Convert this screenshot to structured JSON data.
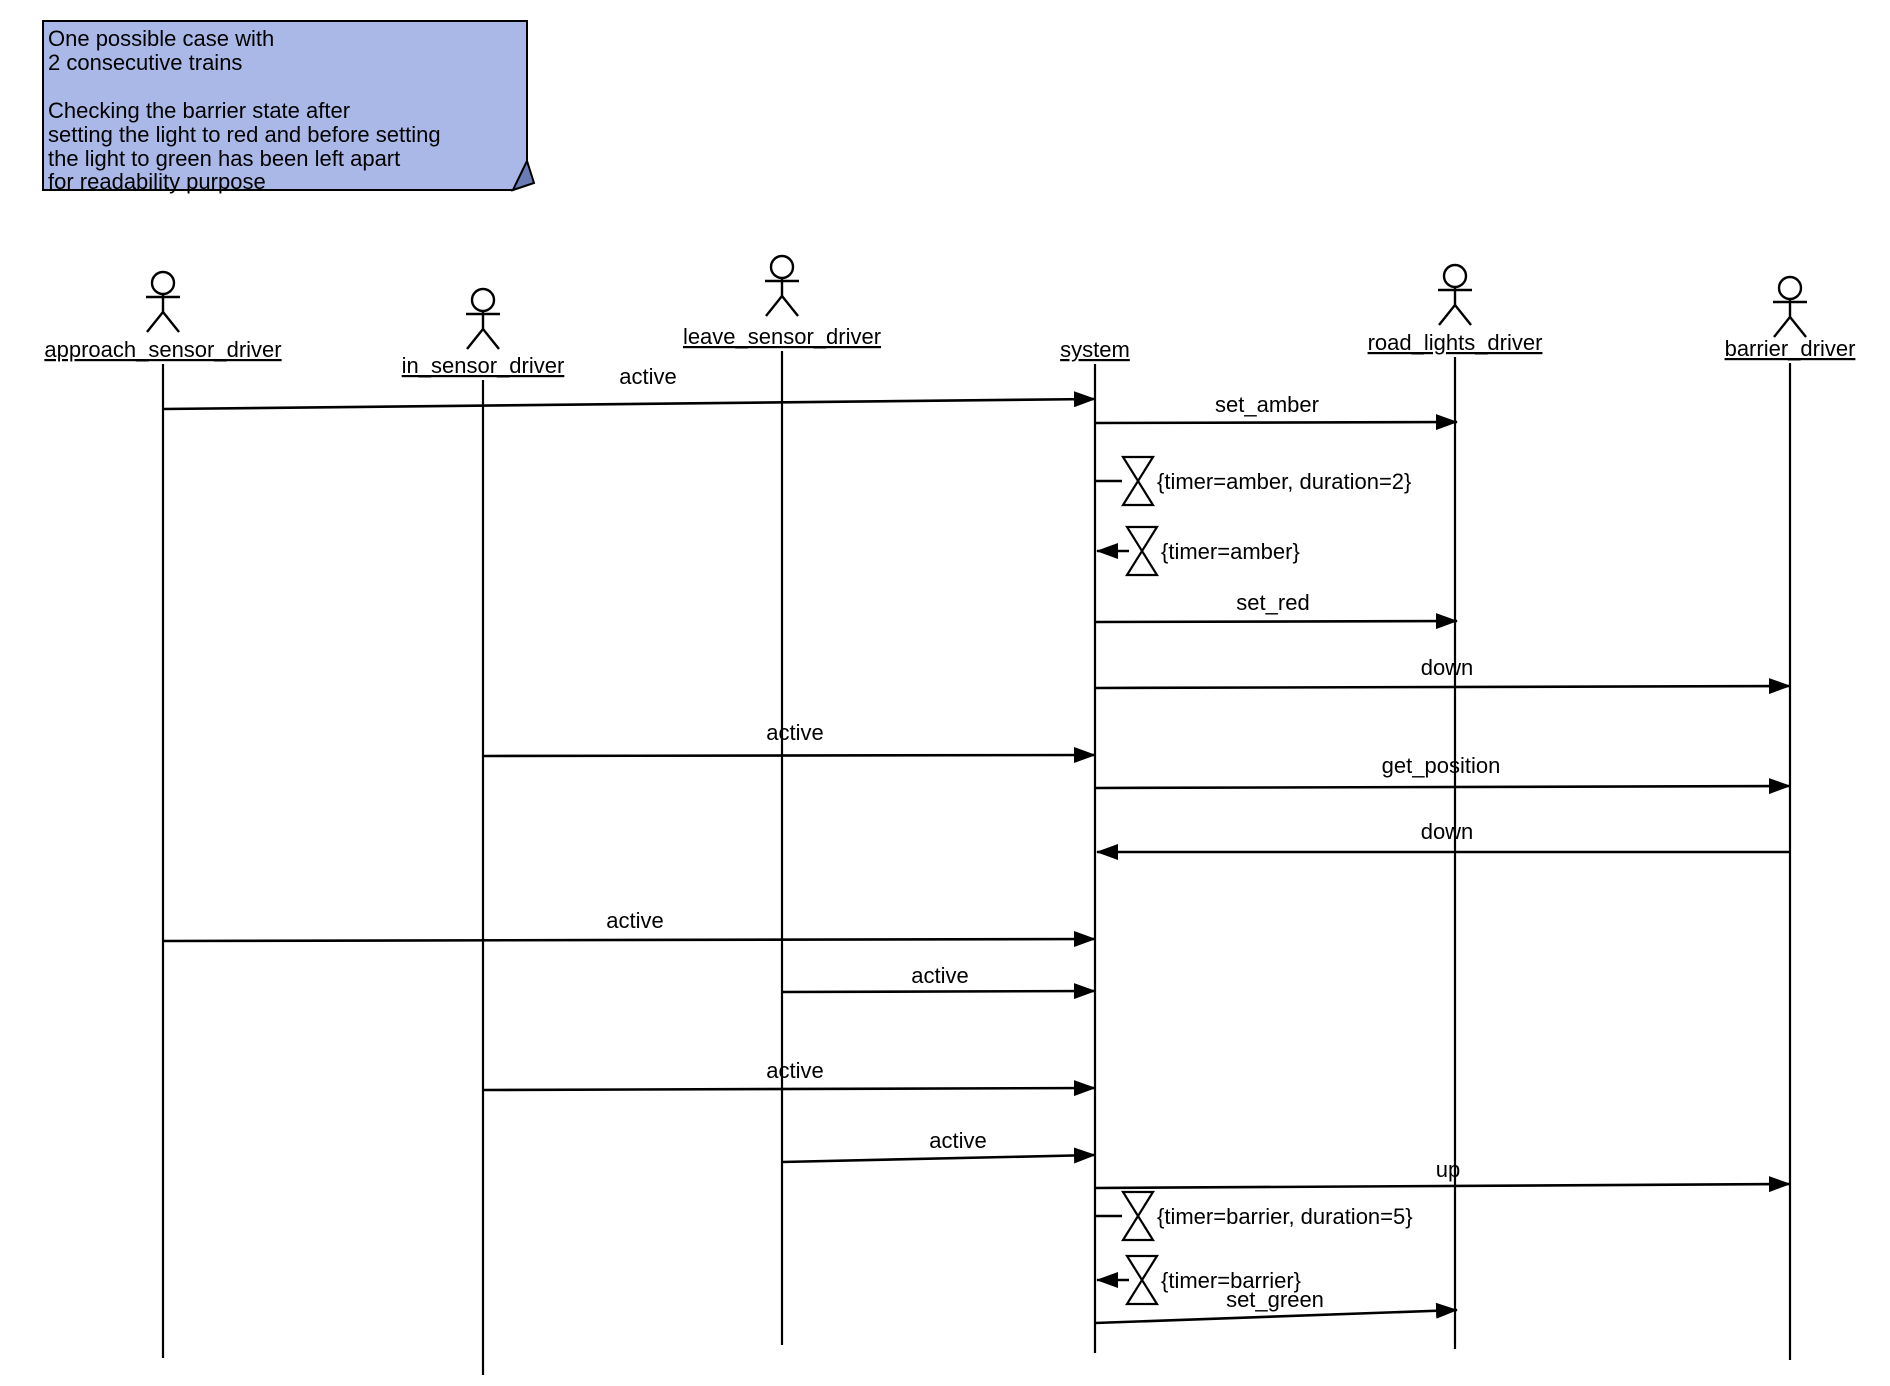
{
  "diagram_type": "uml-sequence-diagram",
  "colors": {
    "note_fill": "#aab8e8",
    "note_fold": "#6b7cb4",
    "line": "#000000",
    "background": "#ffffff"
  },
  "note": {
    "lines": [
      "One possible case with",
      "2 consecutive trains",
      "Checking the barrier state after",
      "setting the light to red and before setting",
      "the light to green has been left apart",
      "for readability purpose"
    ]
  },
  "actors": [
    {
      "name": "approach_sensor_driver",
      "kind": "actor"
    },
    {
      "name": "in_sensor_driver",
      "kind": "actor"
    },
    {
      "name": "leave_sensor_driver",
      "kind": "actor"
    },
    {
      "name": "system",
      "kind": "object"
    },
    {
      "name": "road_lights_driver",
      "kind": "actor"
    },
    {
      "name": "barrier_driver",
      "kind": "actor"
    }
  ],
  "messages": [
    {
      "label": "active",
      "from": "approach_sensor_driver",
      "to": "system"
    },
    {
      "label": "set_amber",
      "from": "system",
      "to": "road_lights_driver"
    },
    {
      "label": "set_red",
      "from": "system",
      "to": "road_lights_driver"
    },
    {
      "label": "down",
      "from": "system",
      "to": "barrier_driver"
    },
    {
      "label": "active",
      "from": "in_sensor_driver",
      "to": "system"
    },
    {
      "label": "get_position",
      "from": "system",
      "to": "barrier_driver"
    },
    {
      "label": "down",
      "from": "barrier_driver",
      "to": "system"
    },
    {
      "label": "active",
      "from": "approach_sensor_driver",
      "to": "system"
    },
    {
      "label": "active",
      "from": "leave_sensor_driver",
      "to": "system"
    },
    {
      "label": "active",
      "from": "in_sensor_driver",
      "to": "system"
    },
    {
      "label": "active",
      "from": "leave_sensor_driver",
      "to": "system"
    },
    {
      "label": "up",
      "from": "system",
      "to": "barrier_driver"
    },
    {
      "label": "set_green",
      "from": "system",
      "to": "road_lights_driver"
    }
  ],
  "timers": [
    {
      "label": "{timer=amber, duration=2}",
      "kind": "set-timer",
      "lifeline": "system"
    },
    {
      "label": "{timer=amber}",
      "kind": "timer-expired",
      "lifeline": "system"
    },
    {
      "label": "{timer=barrier, duration=5}",
      "kind": "set-timer",
      "lifeline": "system"
    },
    {
      "label": "{timer=barrier}",
      "kind": "timer-expired",
      "lifeline": "system"
    }
  ]
}
